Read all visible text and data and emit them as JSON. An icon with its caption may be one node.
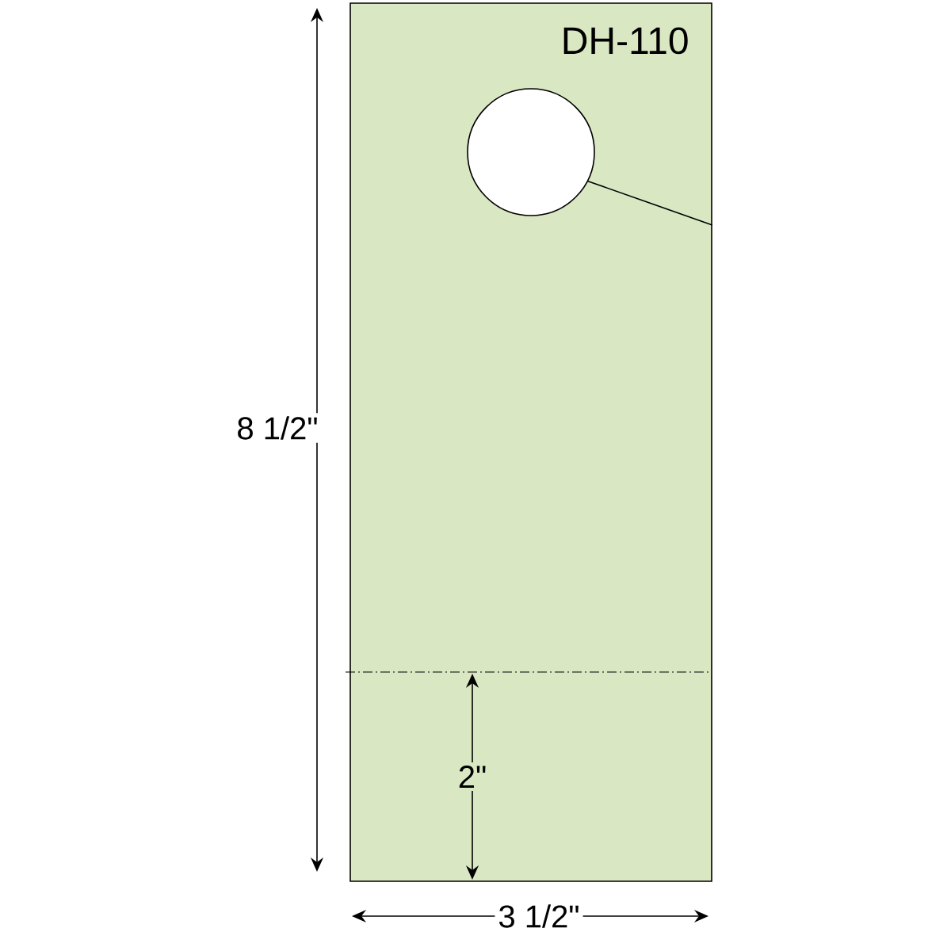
{
  "diagram": {
    "nodes": [
      {
        "text": [
          "DH-110"
        ]
      },
      {
        "text": [],
        "shape": "circle",
        "in": 0
      }
    ],
    "labels": [
      "8 1/2\"",
      "2\"",
      "3 1/2\""
    ]
  }
}
